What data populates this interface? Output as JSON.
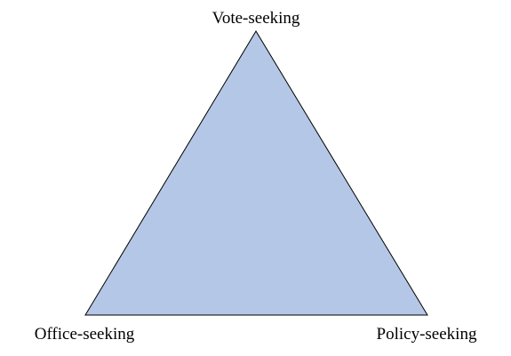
{
  "diagram": {
    "labels": {
      "top": "Vote-seeking",
      "bottom_left": "Office-seeking",
      "bottom_right": "Policy-seeking"
    },
    "colors": {
      "triangle_fill": "#b4c7e7",
      "triangle_stroke": "#000000",
      "text": "#000000",
      "background": "#ffffff"
    }
  }
}
